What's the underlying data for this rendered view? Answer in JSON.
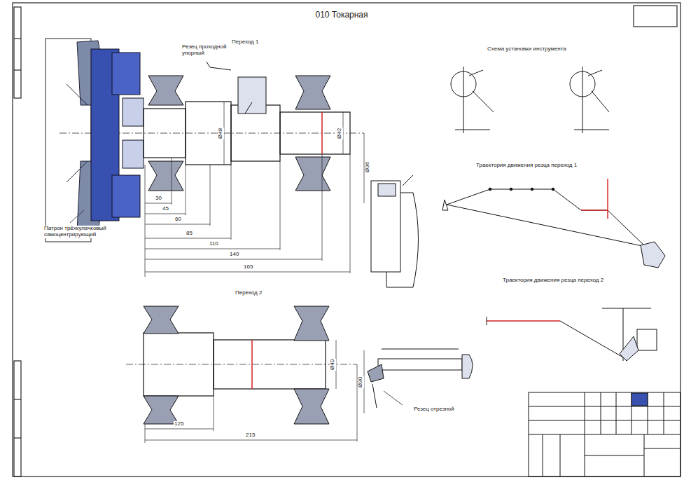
{
  "diagram": {
    "title": "010 Токарная",
    "labels": [
      "Переход 1",
      "Переход 2",
      "Схема установки инструмента",
      "Траектория движения резца переход 1",
      "Траектория движения резца переход 2",
      "Патрон трёхкулачковый самоцентрирующий",
      "Резец проходной упорный",
      "Ø48",
      "Ø42",
      "Ø36",
      "30",
      "45",
      "60",
      "85",
      "110",
      "140",
      "165",
      "125",
      "215",
      "Ø40",
      "Ø30",
      "Резец отрезной"
    ]
  }
}
